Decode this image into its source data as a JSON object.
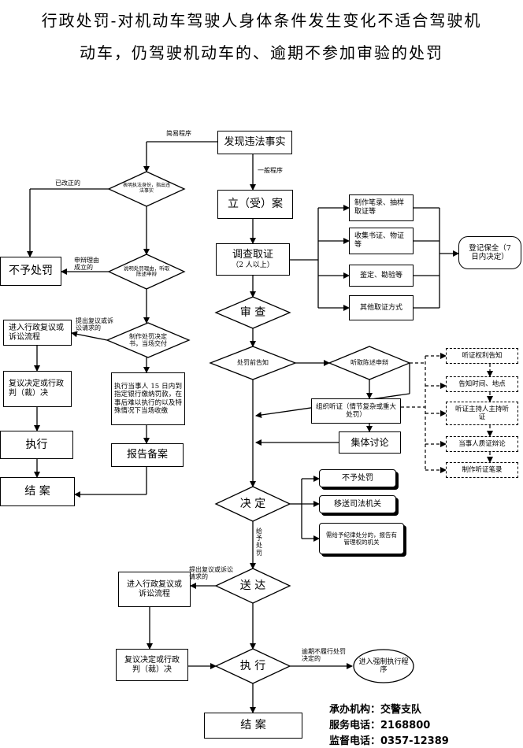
{
  "title": {
    "line1": "行政处罚-对机动车驾驶人身体条件发生变化不适合驾驶机",
    "line2": "动车，仍驾驶机动车的、逾期不参加审验的处罚"
  },
  "nodes": {
    "discover": "发现违法事实",
    "filing": "立（受）案",
    "investigate_title": "调查取证",
    "investigate_sub": "（2 人以上）",
    "review": "审  查",
    "decision": "决  定",
    "deliver": "送  达",
    "execute": "执  行",
    "close_main": "结  案",
    "present_id": "表明执法身份，指出违法事实",
    "explain": "说明处罚理由，听取陈述申辩",
    "make_decision": "制作处罚决定书，当场交付",
    "no_penalty_left": "不予处罚",
    "reconsider_left": "进入行政复议或诉讼流程",
    "review_result_left": "复议决定或行政判（裁）决",
    "execute_left": "执行",
    "close_left": "结  案",
    "pay_fine": "执行当事人 15 日内到指定银行缴纳罚款，在事后难以执行的以及特殊情况下当场收缴",
    "report_file": "报告备案",
    "record_sample": "制作笔录、抽样取证等",
    "collect_evidence": "收集书证、物证等",
    "appraise": "鉴定、勘验等",
    "other_evidence": "其他取证方式",
    "preserve": "登记保全（7 日内决定）",
    "notify": "处罚前告知",
    "hear_defense": "听取陈述申辩",
    "organize_hearing": "组织听证（情节复杂或重大处罚）",
    "collective": "集体讨论",
    "hearing_rights": "听证权利告知",
    "hearing_time": "告知时间、地点",
    "hearing_host": "听证主持人主持听证",
    "cross_exam": "当事人质证辩论",
    "hearing_record": "制作听证笔录",
    "no_penalty_right": "不予处罚",
    "transfer_judicial": "移送司法机关",
    "discipline": "需给予纪律处分的，报告有管理权的机关",
    "reconsider_bottom": "进入行政复议或诉讼流程",
    "review_result_bottom": "复议决定或行政判（裁）决",
    "enforce": "进入强制执行程序",
    "close_bottom": "结  案"
  },
  "labels": {
    "simple": "简易程序",
    "general": "一般程序",
    "corrected": "已改正的",
    "reason_ok": "申辩理由成立的",
    "apply_review_left": "提出复议或诉讼请求的",
    "give_penalty": "给予处罚",
    "apply_review_bottom": "提出复议或诉讼请求的",
    "overdue": "逾期不履行处罚决定的"
  },
  "footer": {
    "agency": "承办机构：交警支队",
    "phone": "服务电话：2168800",
    "supervise": "监督电话：0357-12389"
  }
}
